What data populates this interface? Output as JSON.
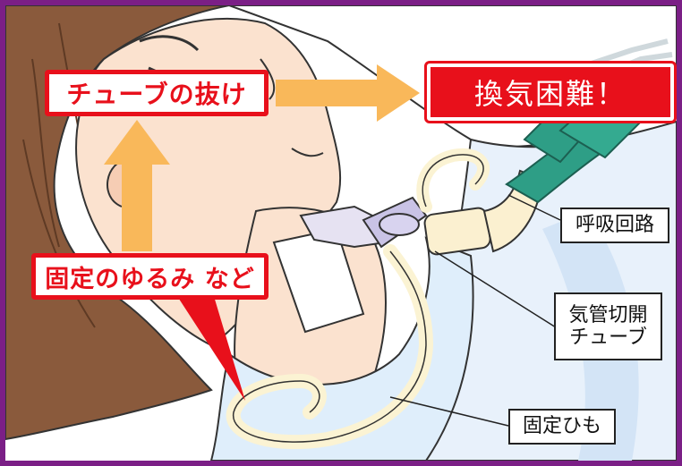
{
  "callouts": {
    "tube_dislodged": "チューブの抜け",
    "breathing_difficulty": "換気困難！",
    "loosened_fixation": "固定のゆるみ など"
  },
  "labels": {
    "breathing_circuit": "呼吸回路",
    "tracheostomy_tube_line1": "気管切開",
    "tracheostomy_tube_line2": "チューブ",
    "securing_tie": "固定ひも"
  },
  "colors": {
    "frame": "#7b1f86",
    "alert_red": "#e8101b",
    "arrow_orange": "#f9b85a",
    "tube_green": "#2e9e86",
    "tie_cream": "#fbf3d3",
    "skin": "#fbe2cf",
    "hair": "#8a5a3c"
  }
}
